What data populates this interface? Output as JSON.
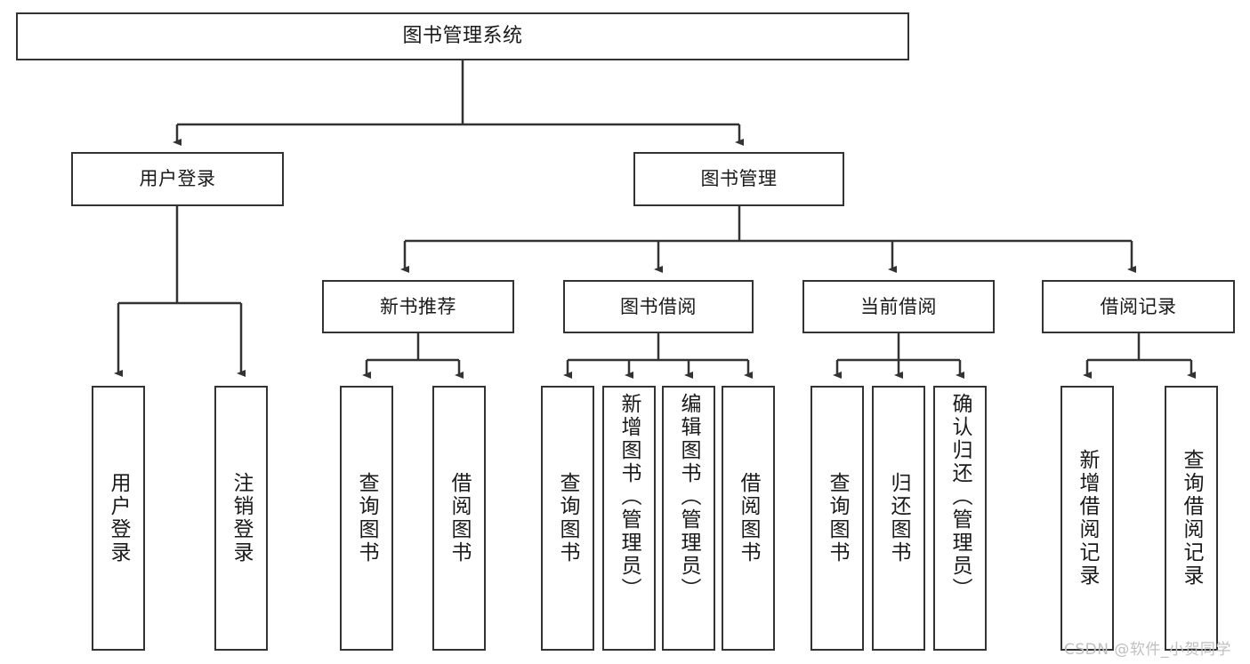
{
  "diagram": {
    "type": "tree-hierarchy-chart",
    "title": "图书管理系统",
    "stroke_color": "#333333",
    "background_color": "#ffffff",
    "root": {
      "label": "图书管理系统"
    },
    "level1": [
      {
        "label": "用户登录"
      },
      {
        "label": "图书管理"
      }
    ],
    "level2": [
      {
        "label": "新书推荐"
      },
      {
        "label": "图书借阅"
      },
      {
        "label": "当前借阅"
      },
      {
        "label": "借阅记录"
      }
    ],
    "leaves": {
      "user_login": [
        {
          "label": "用户登录",
          "align": "center"
        },
        {
          "label": "注销登录",
          "align": "center"
        }
      ],
      "new_book_recommend": [
        {
          "label": "查询图书",
          "align": "center"
        },
        {
          "label": "借阅图书",
          "align": "center"
        }
      ],
      "book_borrow": [
        {
          "label": "查询图书",
          "align": "center"
        },
        {
          "label": "新增图书（管理员）",
          "align": "top"
        },
        {
          "label": "编辑图书（管理员）",
          "align": "top"
        },
        {
          "label": "借阅图书",
          "align": "center"
        }
      ],
      "current_borrow": [
        {
          "label": "查询图书",
          "align": "center"
        },
        {
          "label": "归还图书",
          "align": "center"
        },
        {
          "label": "确认归还（管理员）",
          "align": "top"
        }
      ],
      "borrow_record": [
        {
          "label": "新增借阅记录",
          "align": "center"
        },
        {
          "label": "查询借阅记录",
          "align": "center"
        }
      ]
    },
    "watermark": "CSDN @软件_小贺同学"
  }
}
